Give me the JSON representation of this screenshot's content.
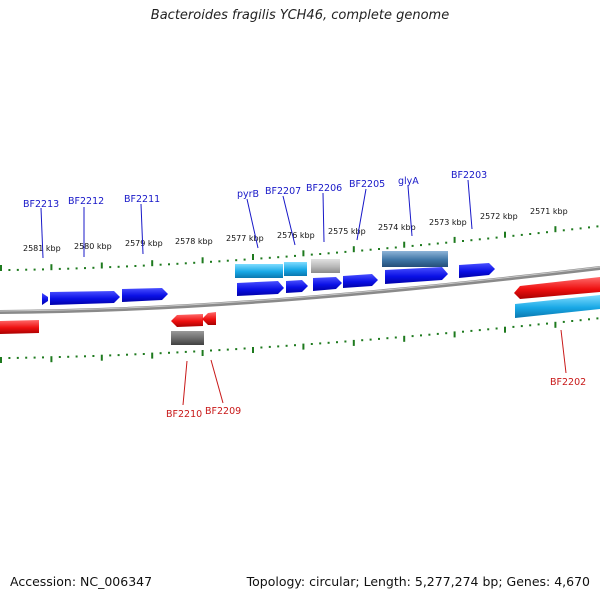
{
  "title": "Bacteroides fragilis YCH46, complete genome",
  "footer": {
    "accession": "Accession: NC_006347",
    "summary": "Topology: circular; Length: 5,277,274 bp; Genes: 4,670"
  },
  "colors": {
    "forward_cds": "#0a10e6",
    "reverse_cds": "#ee1010",
    "gene_light_blue": "#18a8e6",
    "steel_blue": "#3f76a6",
    "grey_feature": "#b8b8b8",
    "dark_grey_feature": "#6a6a6a",
    "tick_green": "#1e7a1e",
    "backbone": "#8a8a8a",
    "upper_label": "#1818c8",
    "lower_label": "#c81818"
  },
  "kbp_labels": [
    "2581 kbp",
    "2580 kbp",
    "2579 kbp",
    "2578 kbp",
    "2577 kbp",
    "2576 kbp",
    "2575 kbp",
    "2574 kbp",
    "2573 kbp",
    "2572 kbp",
    "2571 kbp"
  ],
  "upper_gene_labels": [
    "BF2213",
    "BF2212",
    "BF2211",
    "pyrB",
    "BF2207",
    "BF2206",
    "BF2205",
    "glyA",
    "BF2203"
  ],
  "lower_gene_labels": [
    "BF2210",
    "BF2209",
    "BF2202"
  ]
}
